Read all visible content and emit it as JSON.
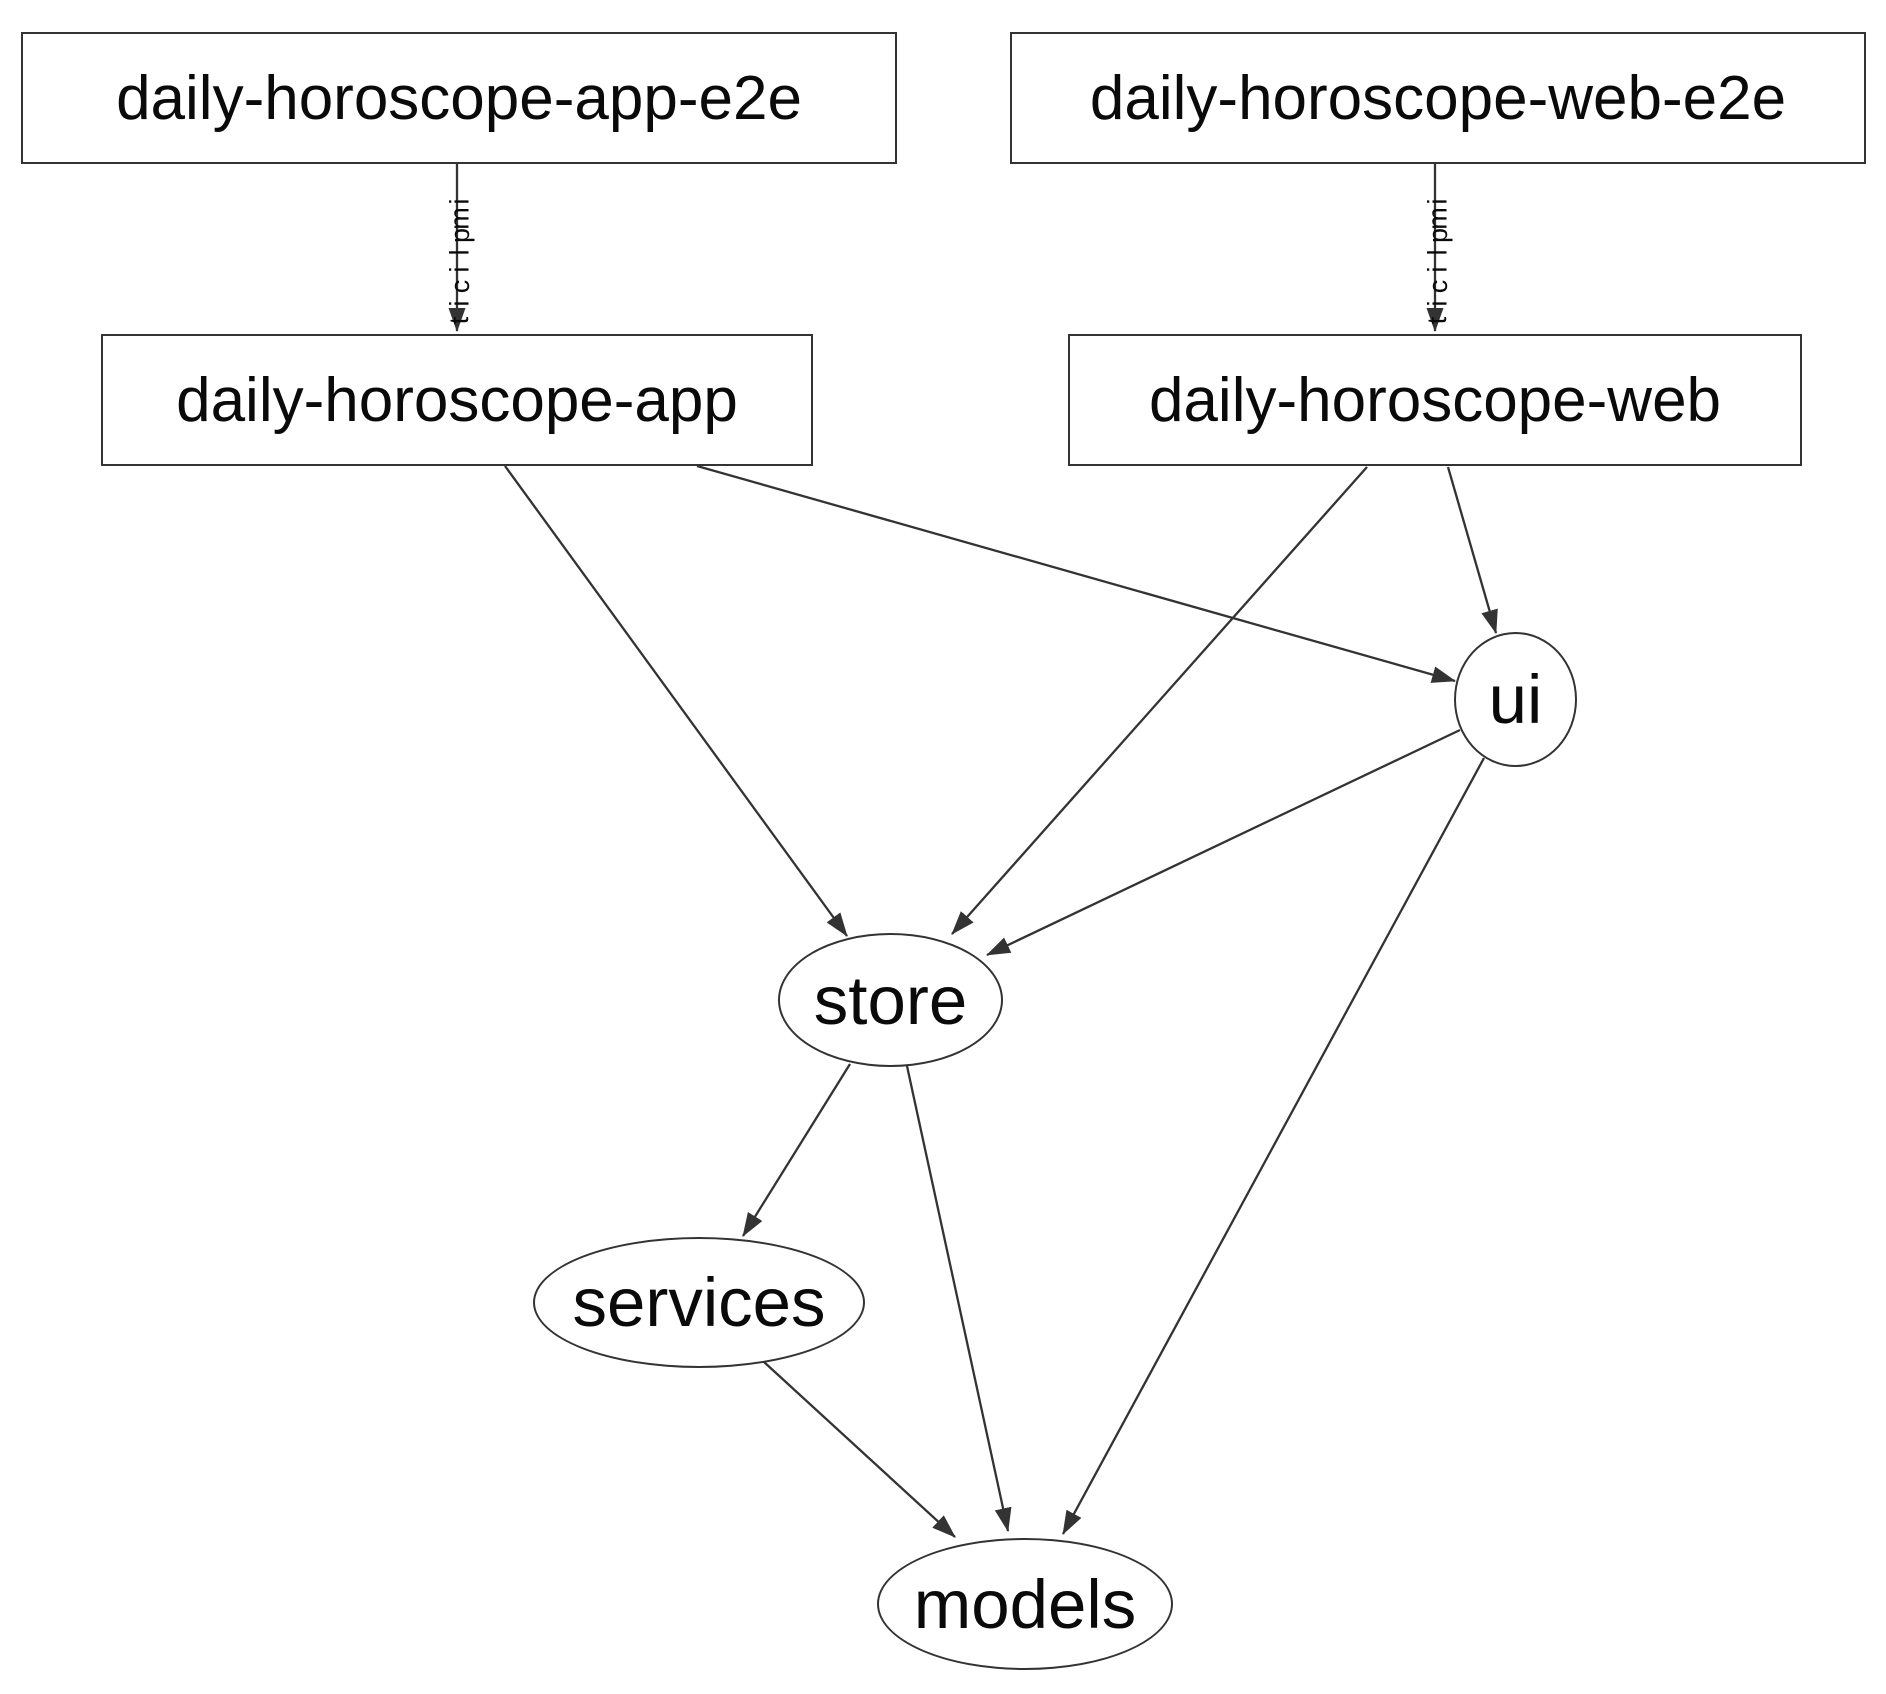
{
  "graph": {
    "background": "#ffffff",
    "stroke_color": "#333333",
    "text_color": "#0a0a0a",
    "nodes": [
      {
        "id": "daily-horoscope-app-e2e",
        "label": "daily-horoscope-app-e2e",
        "shape": "box"
      },
      {
        "id": "daily-horoscope-web-e2e",
        "label": "daily-horoscope-web-e2e",
        "shape": "box"
      },
      {
        "id": "daily-horoscope-app",
        "label": "daily-horoscope-app",
        "shape": "box"
      },
      {
        "id": "daily-horoscope-web",
        "label": "daily-horoscope-web",
        "shape": "box"
      },
      {
        "id": "ui",
        "label": "ui",
        "shape": "ellipse"
      },
      {
        "id": "store",
        "label": "store",
        "shape": "ellipse"
      },
      {
        "id": "services",
        "label": "services",
        "shape": "ellipse"
      },
      {
        "id": "models",
        "label": "models",
        "shape": "ellipse"
      }
    ],
    "edges": [
      {
        "from": "daily-horoscope-app-e2e",
        "to": "daily-horoscope-app",
        "label": "implicit"
      },
      {
        "from": "daily-horoscope-web-e2e",
        "to": "daily-horoscope-web",
        "label": "implicit"
      },
      {
        "from": "daily-horoscope-app",
        "to": "store",
        "label": ""
      },
      {
        "from": "daily-horoscope-app",
        "to": "ui",
        "label": ""
      },
      {
        "from": "daily-horoscope-web",
        "to": "store",
        "label": ""
      },
      {
        "from": "daily-horoscope-web",
        "to": "ui",
        "label": ""
      },
      {
        "from": "ui",
        "to": "store",
        "label": ""
      },
      {
        "from": "ui",
        "to": "models",
        "label": ""
      },
      {
        "from": "store",
        "to": "services",
        "label": ""
      },
      {
        "from": "store",
        "to": "models",
        "label": ""
      },
      {
        "from": "services",
        "to": "models",
        "label": ""
      }
    ]
  }
}
